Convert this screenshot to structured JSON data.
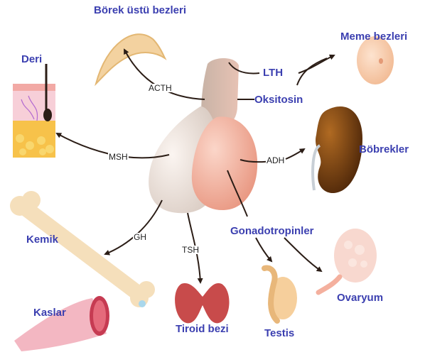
{
  "organs": {
    "adrenal": "Börek üstü bezleri",
    "skin": "Deri",
    "breast": "Meme bezleri",
    "kidney": "Böbrekler",
    "bone": "Kemik",
    "muscle": "Kaslar",
    "thyroid": "Tiroid bezi",
    "testis": "Testis",
    "ovary": "Ovaryum"
  },
  "hormones": {
    "acth": "ACTH",
    "msh": "MSH",
    "gh": "GH",
    "tsh": "TSH",
    "lth": "LTH",
    "oxytocin": "Oksitosin",
    "adh": "ADH",
    "gonadotropins": "Gonadotropinler"
  },
  "colors": {
    "organ_label": "#3b3fb0",
    "arrow": "#2b1d16",
    "pituitary_anterior": "#f3b8a6",
    "pituitary_posterior": "#e8ddd6",
    "kidney": "#6b3a12"
  }
}
